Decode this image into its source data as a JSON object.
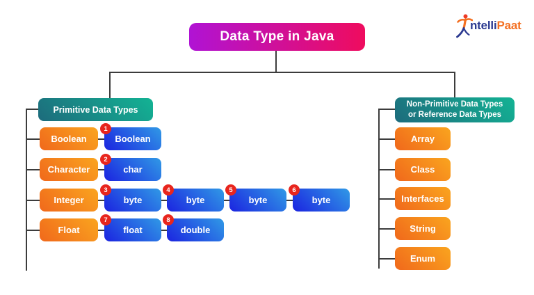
{
  "title": "Data Type in Java",
  "logo": {
    "prefix": "ntelli",
    "suffix": "Paat"
  },
  "left_branch": {
    "header": "Primitive Data Types",
    "rows": [
      {
        "parent": "Boolean",
        "children": [
          {
            "badge": "1",
            "label": "Boolean"
          }
        ]
      },
      {
        "parent": "Character",
        "children": [
          {
            "badge": "2",
            "label": "char"
          }
        ]
      },
      {
        "parent": "Integer",
        "children": [
          {
            "badge": "3",
            "label": "byte"
          },
          {
            "badge": "4",
            "label": "byte"
          },
          {
            "badge": "5",
            "label": "byte"
          },
          {
            "badge": "6",
            "label": "byte"
          }
        ]
      },
      {
        "parent": "Float",
        "children": [
          {
            "badge": "7",
            "label": "float"
          },
          {
            "badge": "8",
            "label": "double"
          }
        ]
      }
    ]
  },
  "right_branch": {
    "header_line1": "Non-Primitive Data Types",
    "header_line2": "or Reference Data Types",
    "items": [
      "Array",
      "Class",
      "Interfaces",
      "String",
      "Enum"
    ]
  },
  "colors": {
    "title_gradient_start": "#b013d4",
    "title_gradient_end": "#ef0c5e",
    "teal_gradient_start": "#1d6b7c",
    "teal_gradient_end": "#13b394",
    "orange_gradient_start": "#f0681b",
    "orange_gradient_end": "#faa51f",
    "blue_gradient_start": "#1b24e0",
    "blue_gradient_end": "#3099e6",
    "badge_red": "#e8251d",
    "connector_gray": "#3c3c3c",
    "logo_navy": "#2b3990",
    "logo_orange": "#f36f21"
  }
}
